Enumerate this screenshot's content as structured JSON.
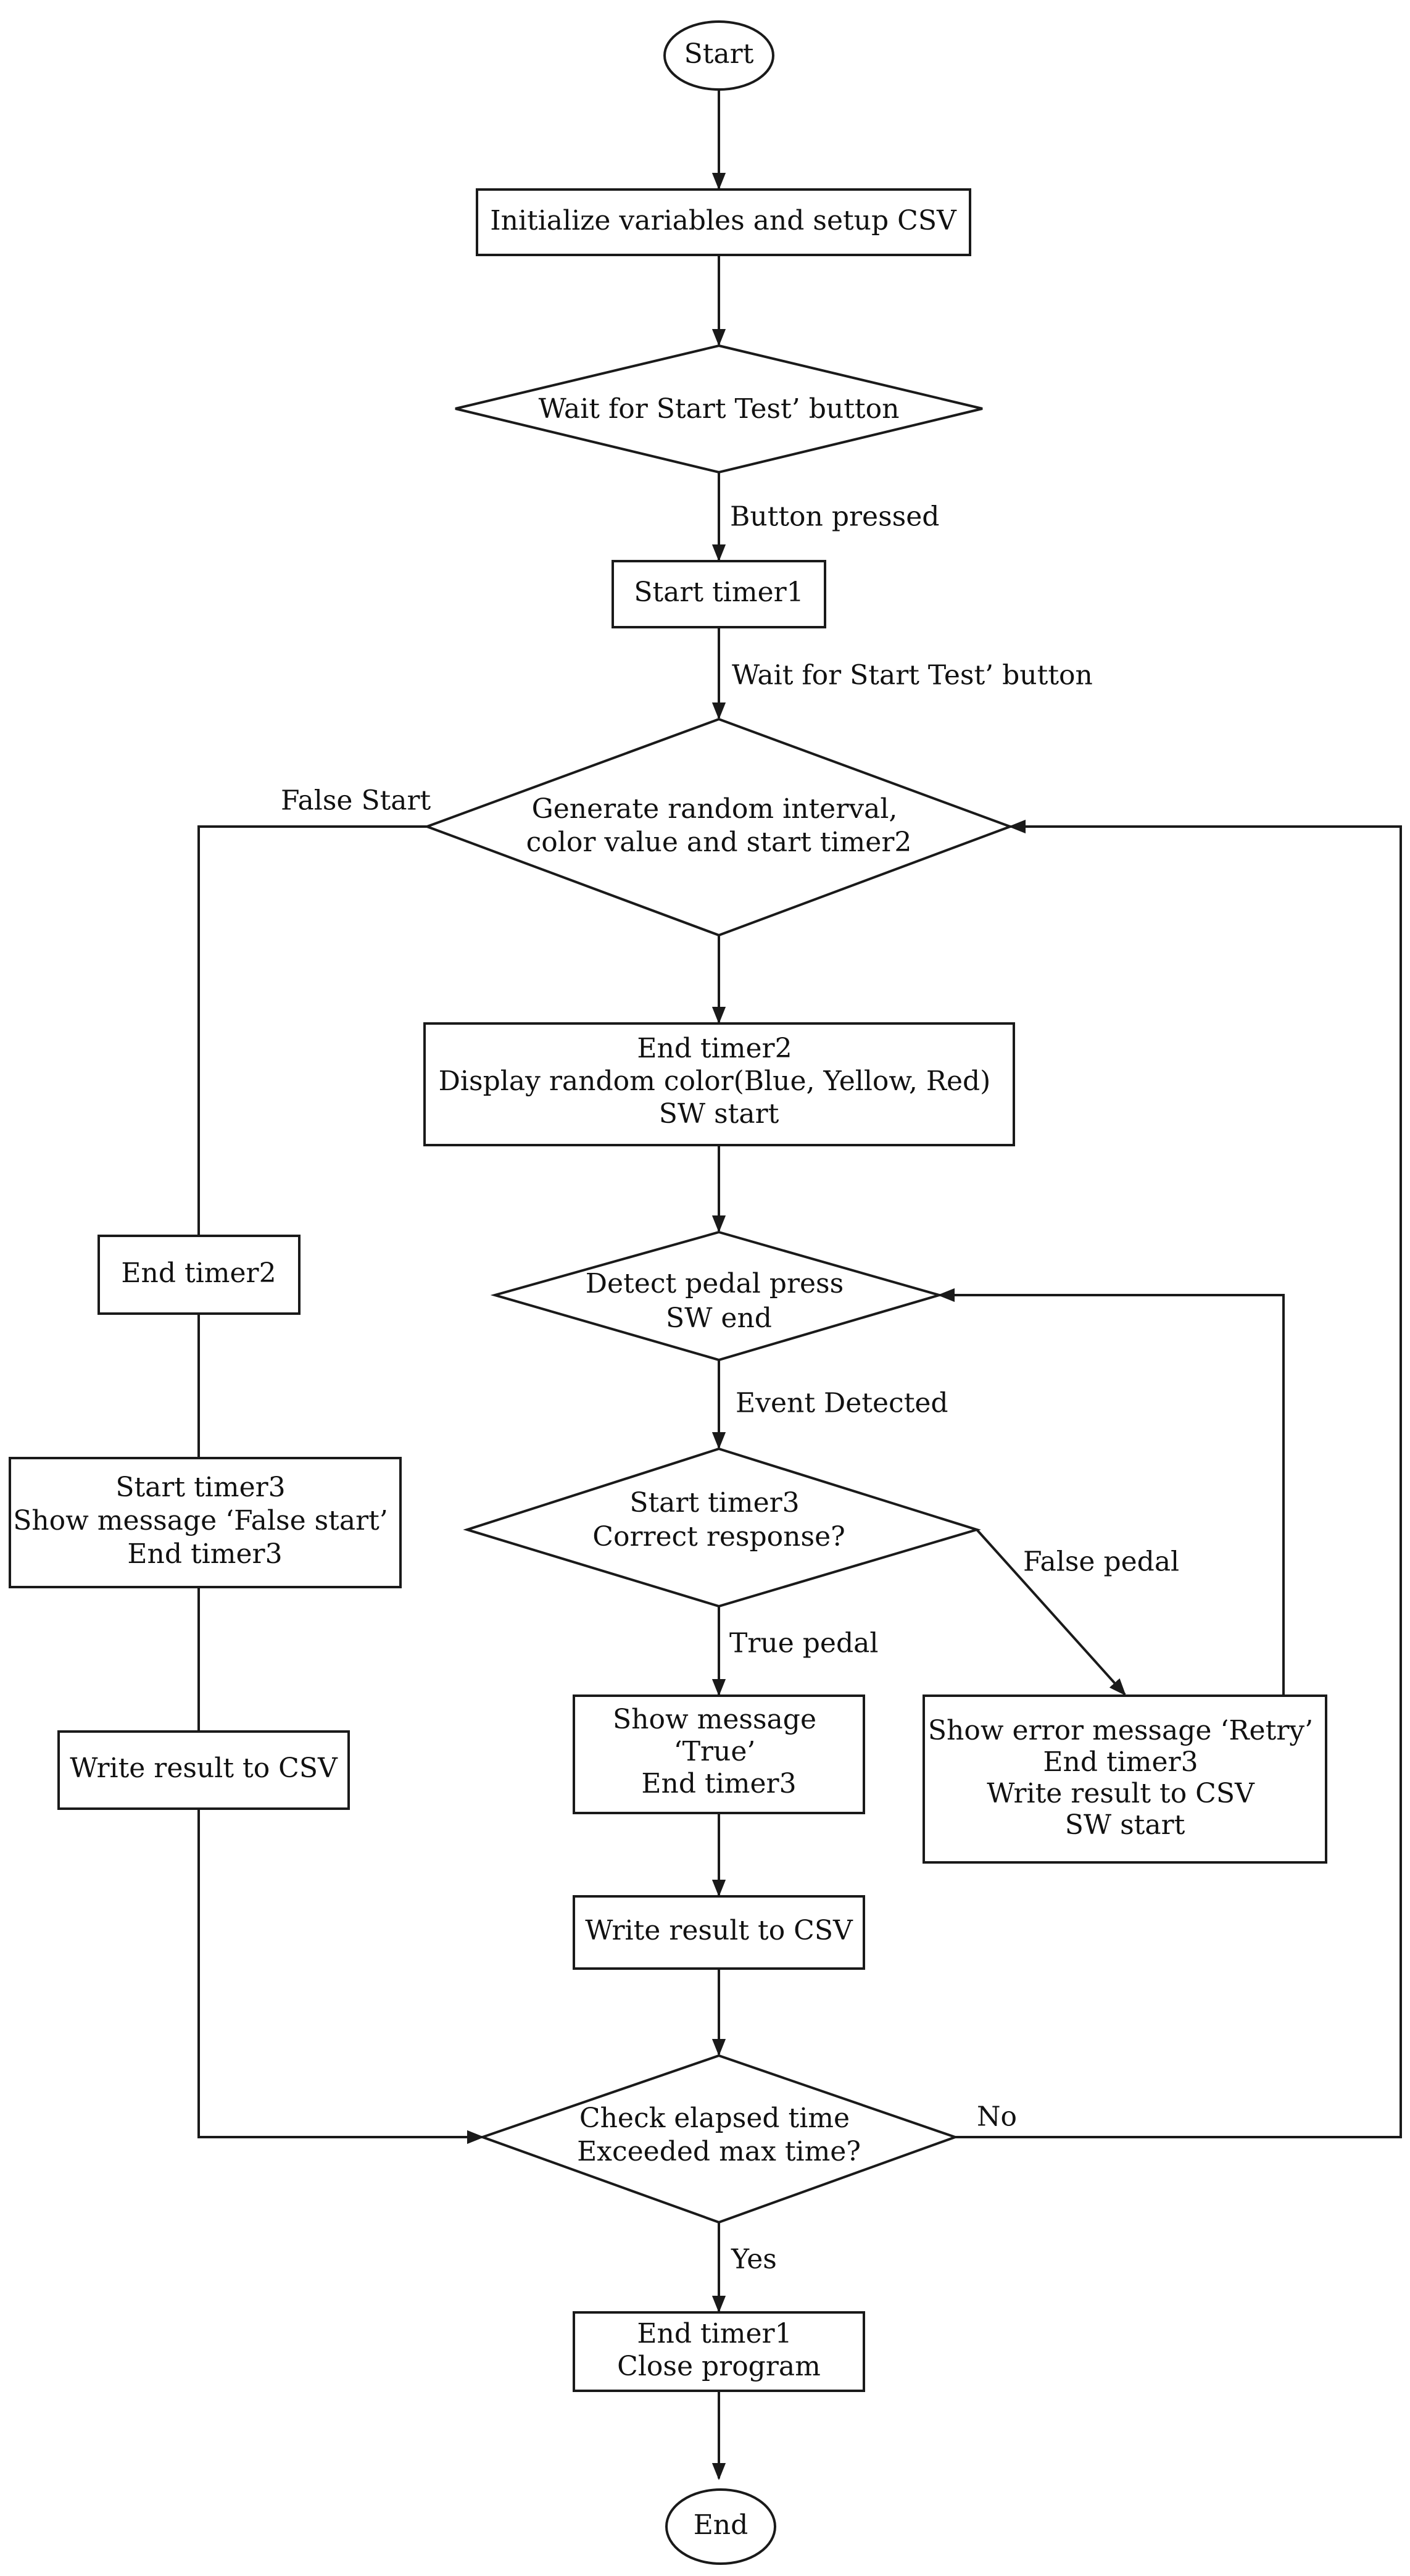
{
  "nodes": {
    "start": {
      "lines": [
        "Start"
      ]
    },
    "init": {
      "lines": [
        "Initialize variables and setup CSV"
      ]
    },
    "wait_button": {
      "lines": [
        "Wait for Start Test’ button"
      ]
    },
    "start_timer1": {
      "lines": [
        "Start timer1"
      ]
    },
    "generate": {
      "lines": [
        "Generate  random interval,",
        "color value and start timer2"
      ]
    },
    "end_timer2_display": {
      "lines": [
        "End timer2",
        "Display random color(Blue, Yellow, Red)",
        "SW start"
      ]
    },
    "detect_pedal": {
      "lines": [
        "Detect pedal press",
        "SW end"
      ]
    },
    "start_timer3_correct": {
      "lines": [
        "Start timer3",
        "Correct response?"
      ]
    },
    "show_true": {
      "lines": [
        "Show message",
        "‘True’",
        "End timer3"
      ]
    },
    "write_csv_center": {
      "lines": [
        "Write result to CSV"
      ]
    },
    "show_retry": {
      "lines": [
        "Show error message ‘Retry’",
        "End timer3",
        "Write result to CSV",
        "SW start"
      ]
    },
    "end_timer2_left": {
      "lines": [
        "End timer2"
      ]
    },
    "false_start_msg": {
      "lines": [
        "Start timer3",
        "Show message ‘False start’",
        "End timer3"
      ]
    },
    "write_csv_left": {
      "lines": [
        "Write result to CSV"
      ]
    },
    "check_elapsed": {
      "lines": [
        "Check elapsed time",
        "Exceeded max time?"
      ]
    },
    "end_timer1": {
      "lines": [
        "End timer1",
        "Close program"
      ]
    },
    "end": {
      "lines": [
        "End"
      ]
    }
  },
  "edge_labels": {
    "button_pressed": "Button pressed",
    "wait_start_test": "Wait for Start Test’ button",
    "false_start": "False Start",
    "event_detected": "Event Detected",
    "false_pedal": "False pedal",
    "true_pedal": "True pedal",
    "no": "No",
    "yes": "Yes"
  },
  "colors": {
    "stroke": "#1a1a1a",
    "text": "#111111",
    "background": "#ffffff"
  }
}
